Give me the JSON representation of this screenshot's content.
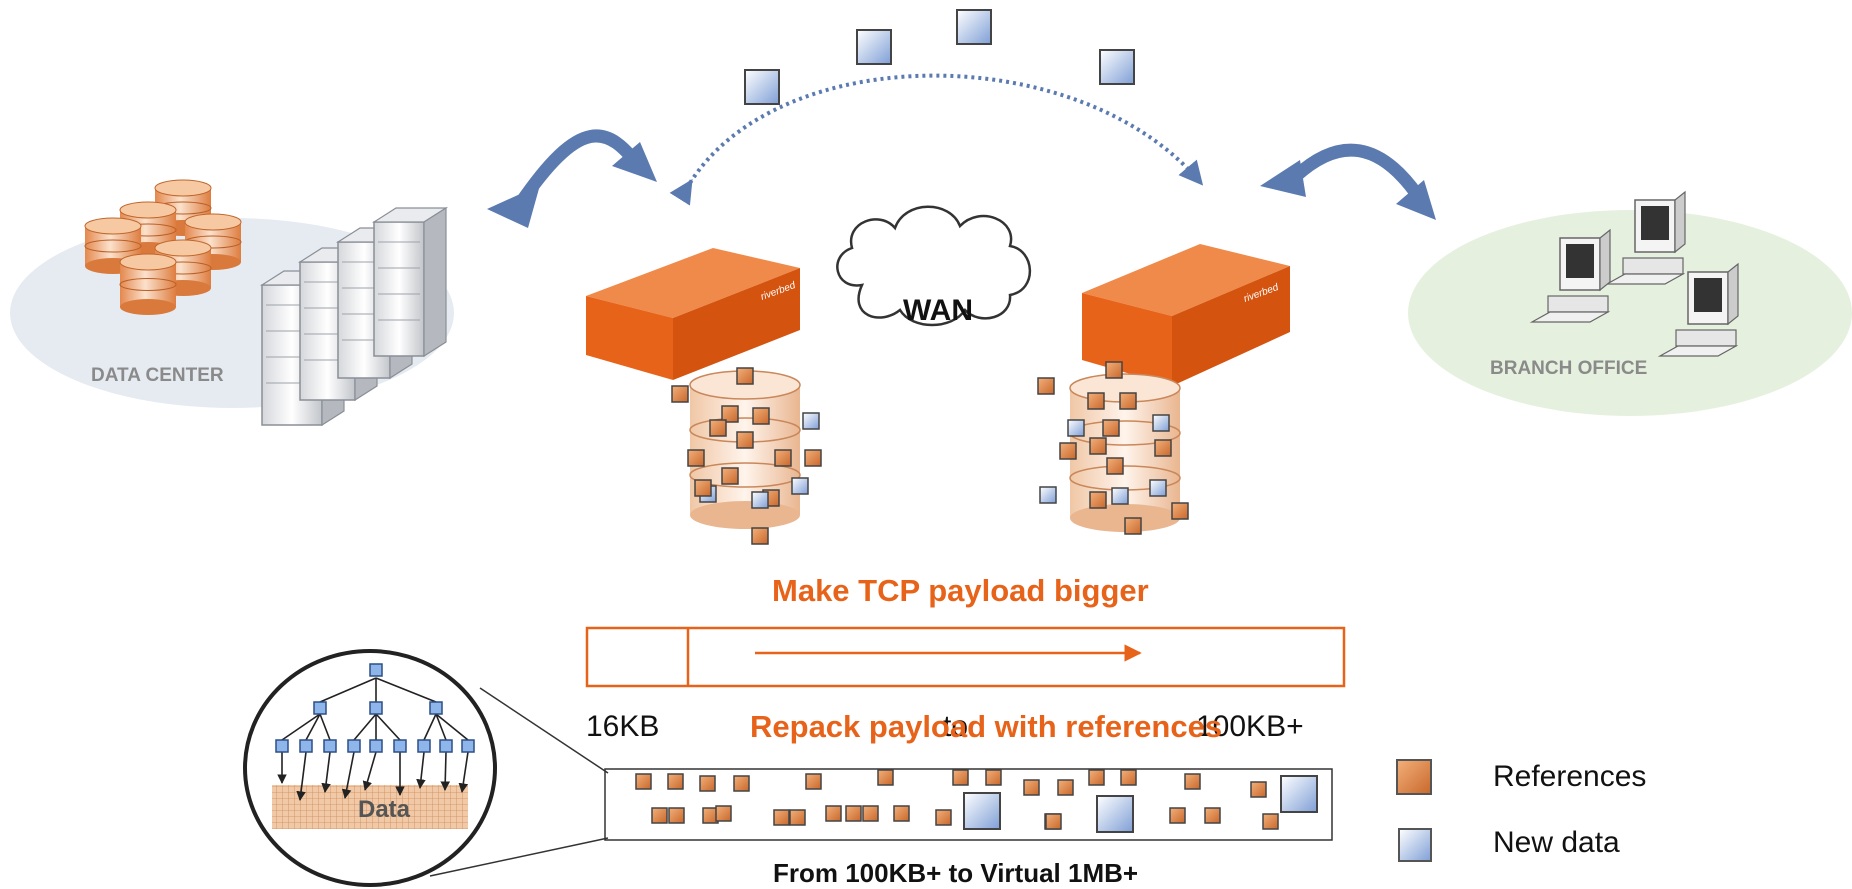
{
  "sites": {
    "data_center": "DATA CENTER",
    "branch_office": "BRANCH OFFICE"
  },
  "wan_label": "WAN",
  "appliance_brand": "riverbed",
  "tcp": {
    "title": "Make TCP payload bigger",
    "from_label": "16KB",
    "to_word": "to",
    "to_label": "100KB+"
  },
  "repack": {
    "title": "Repack payload with references",
    "caption": "From 100KB+   to  Virtual 1MB+"
  },
  "zoom": {
    "data_label": "Data"
  },
  "legend": {
    "references": "References",
    "new_data": "New data"
  },
  "colors": {
    "accent_orange": "#e8631a",
    "reference_fill": "#d9824a",
    "new_data_fill": "#a9c4ea",
    "arrow_blue": "#5b7bb0",
    "dc_ellipse": "#e6ebf2",
    "branch_ellipse": "#e5f1de"
  }
}
